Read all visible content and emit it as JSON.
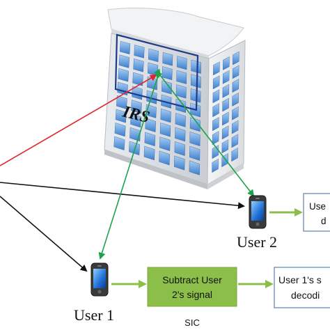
{
  "irs_label": "IRS",
  "user1_label": "User 1",
  "user2_label": "User 2",
  "sic_box_line1": "Subtract User",
  "sic_box_line2": "2's signal",
  "sic_caption": "SIC",
  "user1_decode_line1": "User 1's s",
  "user1_decode_line2": "decodi",
  "user2_decode_line1": "Use",
  "user2_decode_line2": "d",
  "colors": {
    "direct_link": "#111111",
    "bs_irs_link": "#e0262a",
    "irs_user_link": "#1aa34a",
    "process_arrow": "#8cbf4a",
    "sic_box_fill": "#8cbf4a",
    "decode_box_border": "#5b7fb0"
  }
}
